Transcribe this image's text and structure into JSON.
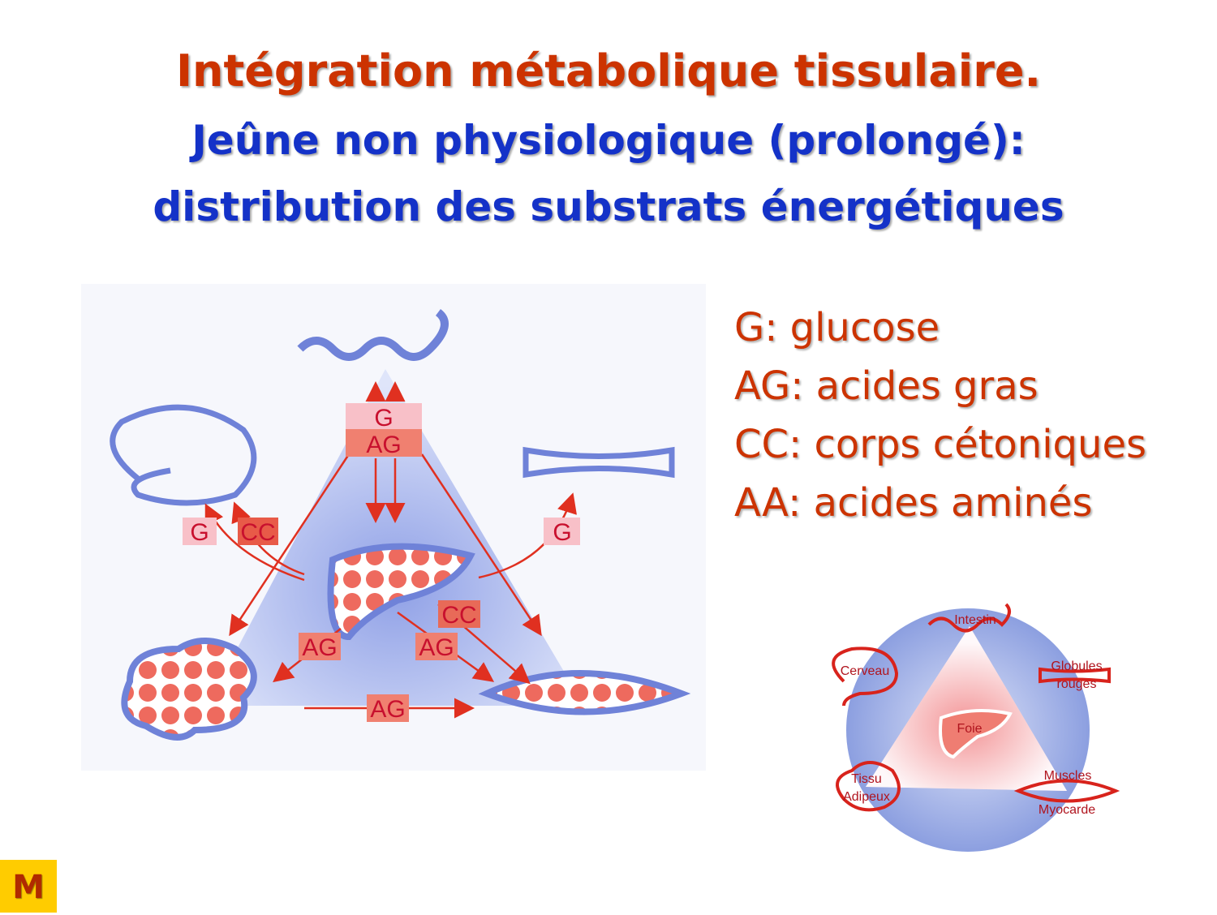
{
  "title": "Intégration métabolique tissulaire.",
  "subtitle_line1": "Jeûne non physiologique (prolongé):",
  "subtitle_line2": "distribution des substrats énergétiques",
  "legend": [
    "G: glucose",
    "AG: acides gras",
    "CC: corps cétoniques",
    "AA: acides aminés"
  ],
  "main_diagram": {
    "labels": {
      "top_g": "G",
      "top_ag": "AG",
      "brain_g": "G",
      "brain_cc": "CC",
      "rbc_g": "G",
      "liver_cc": "CC",
      "liver_ag_left": "AG",
      "liver_ag_right": "AG",
      "bottom_ag": "AG"
    }
  },
  "overview_diagram": {
    "labels": {
      "intestin": "Intestin",
      "cerveau": "Cerveau",
      "globules": "Globules",
      "rouges": "rouges",
      "foie": "Foie",
      "tissu": "Tissu",
      "adipeux": "Adipeux",
      "muscles": "Muscles",
      "myocarde": "Myocarde"
    }
  },
  "badge": "M",
  "colors": {
    "title": "#cc3300",
    "subtitle": "#1432c8",
    "badge": "#ffcc00"
  }
}
